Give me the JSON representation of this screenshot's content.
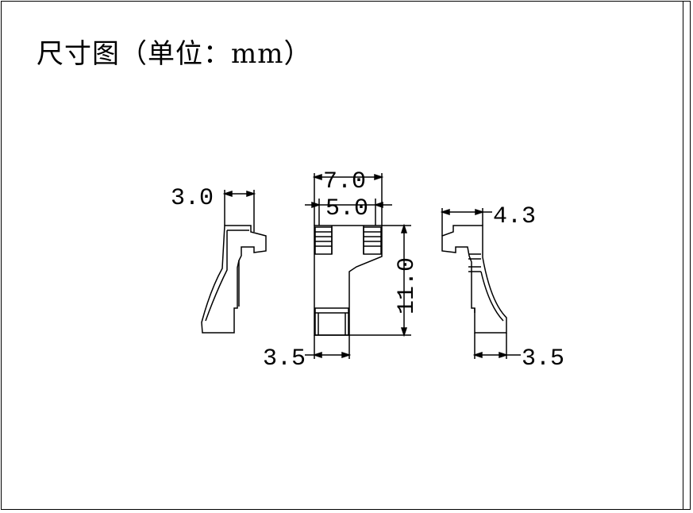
{
  "title": "尺寸图（单位：mm）",
  "dimensions": {
    "left_width": "3.0",
    "front_overall_width": "7.0",
    "front_slot_width": "5.0",
    "front_height": "11.0",
    "front_base_width": "3.5",
    "right_width": "4.3",
    "right_base_width": "3.5"
  },
  "colors": {
    "line": "#000000",
    "background": "#ffffff"
  }
}
